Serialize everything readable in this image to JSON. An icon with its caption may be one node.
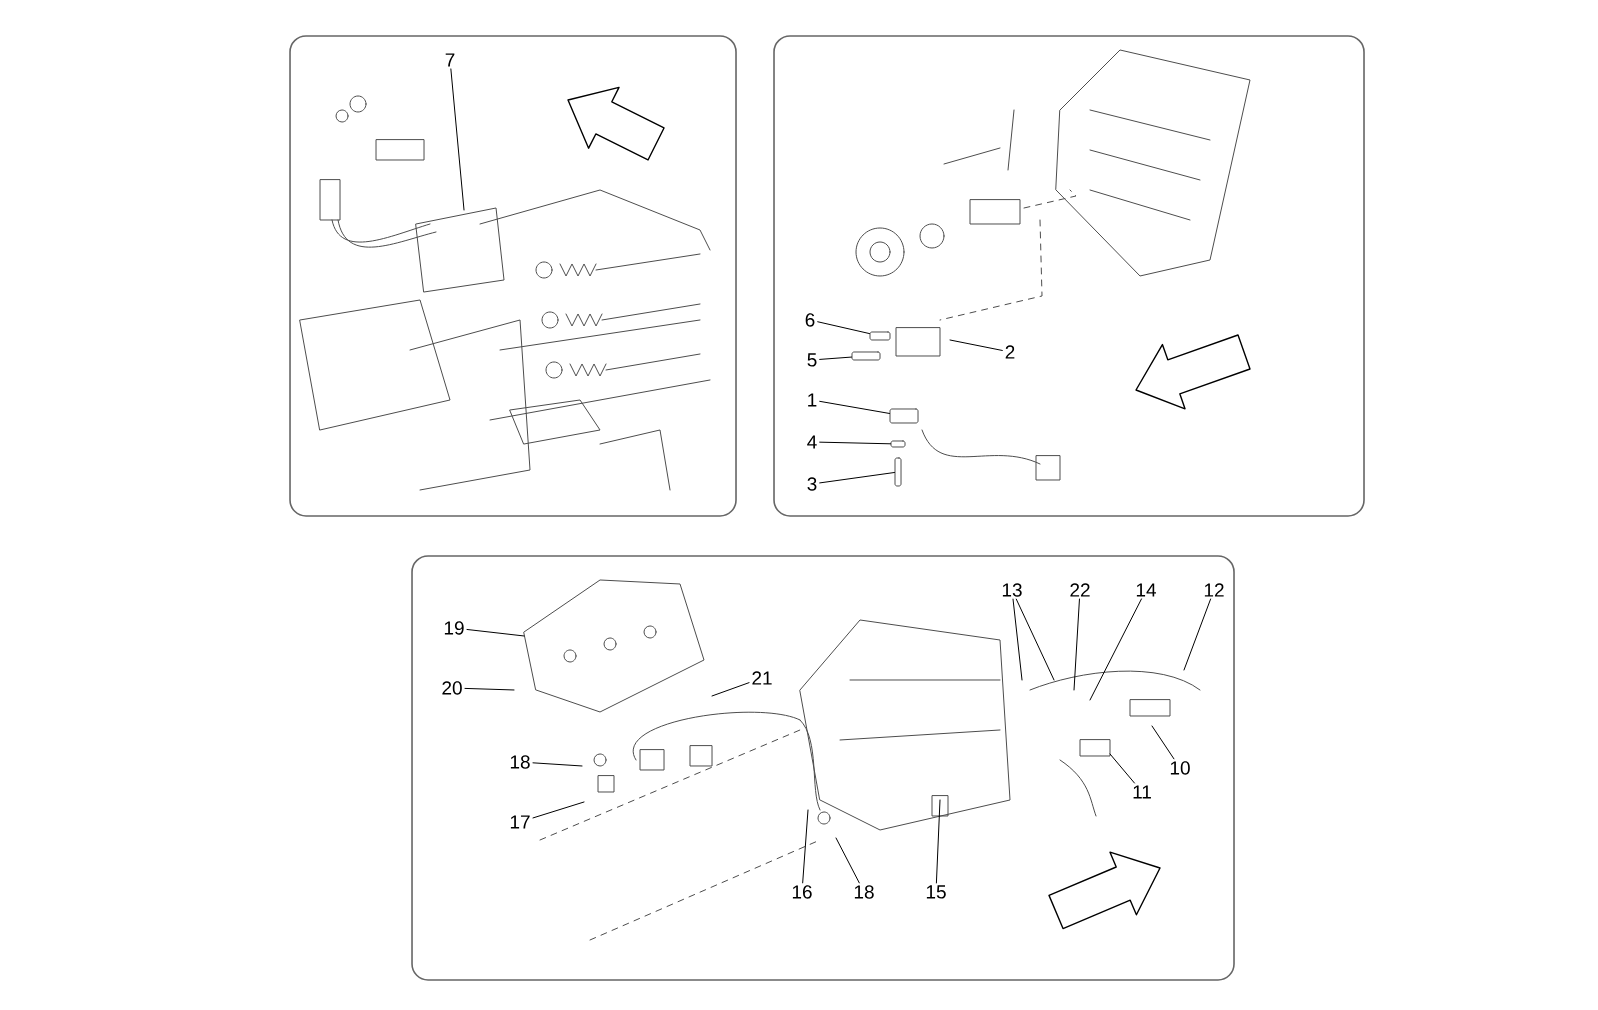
{
  "diagram": {
    "nodes": [
      {
        "text": [],
        "shape": "box"
      },
      {
        "text": [],
        "shape": "box"
      },
      {
        "text": [],
        "shape": "box"
      },
      {
        "text": [
          "7"
        ],
        "in": 0
      },
      {
        "text": [
          "6"
        ],
        "in": 1
      },
      {
        "text": [
          "5"
        ],
        "in": 1
      },
      {
        "text": [
          "2"
        ],
        "in": 1
      },
      {
        "text": [
          "1"
        ],
        "in": 1
      },
      {
        "text": [
          "4"
        ],
        "in": 1
      },
      {
        "text": [
          "3"
        ],
        "in": 1
      },
      {
        "text": [
          "19"
        ],
        "in": 2
      },
      {
        "text": [
          "20"
        ],
        "in": 2
      },
      {
        "text": [
          "21"
        ],
        "in": 2
      },
      {
        "text": [
          "18"
        ],
        "in": 2
      },
      {
        "text": [
          "17"
        ],
        "in": 2
      },
      {
        "text": [
          "16"
        ],
        "in": 2
      },
      {
        "text": [
          "18"
        ],
        "in": 2
      },
      {
        "text": [
          "15"
        ],
        "in": 2
      },
      {
        "text": [
          "13"
        ],
        "in": 2
      },
      {
        "text": [
          "22"
        ],
        "in": 2
      },
      {
        "text": [
          "14"
        ],
        "in": 2
      },
      {
        "text": [
          "12"
        ],
        "in": 2
      },
      {
        "text": [
          "10"
        ],
        "in": 2
      },
      {
        "text": [
          "11"
        ],
        "in": 2
      },
      {
        "text": [],
        "shape": "box",
        "in": 1
      },
      {
        "text": [],
        "shape": "box",
        "in": 1
      },
      {
        "text": [],
        "shape": "box",
        "in": 1
      },
      {
        "text": [],
        "shape": "box",
        "in": 1
      },
      {
        "text": [],
        "shape": "box",
        "in": 1
      }
    ],
    "edges": [
      {
        "from": 3,
        "to": null,
        "arrow": "none"
      },
      {
        "from": 4,
        "to": 24,
        "arrow": "none"
      },
      {
        "from": 5,
        "to": 25,
        "arrow": "none"
      },
      {
        "from": 6,
        "to": null,
        "arrow": "none"
      },
      {
        "from": 7,
        "to": 26,
        "arrow": "none"
      },
      {
        "from": 8,
        "to": 27,
        "arrow": "none"
      },
      {
        "from": 9,
        "to": 28,
        "arrow": "none"
      },
      {
        "from": 10,
        "to": null,
        "arrow": "none"
      },
      {
        "from": 11,
        "to": null,
        "arrow": "none"
      },
      {
        "from": 12,
        "to": null,
        "arrow": "none"
      },
      {
        "from": 13,
        "to": null,
        "arrow": "none"
      },
      {
        "from": 14,
        "to": null,
        "arrow": "none"
      },
      {
        "from": 15,
        "to": null,
        "arrow": "none"
      },
      {
        "from": 16,
        "to": null,
        "arrow": "none"
      },
      {
        "from": 17,
        "to": null,
        "arrow": "none"
      },
      {
        "from": 18,
        "to": null,
        "arrow": "none"
      },
      {
        "from": 18,
        "to": null,
        "arrow": "none"
      },
      {
        "from": 19,
        "to": null,
        "arrow": "none"
      },
      {
        "from": 20,
        "to": null,
        "arrow": "none"
      },
      {
        "from": 21,
        "to": null,
        "arrow": "none"
      },
      {
        "from": 22,
        "to": null,
        "arrow": "none"
      },
      {
        "from": 23,
        "to": null,
        "arrow": "none"
      }
    ]
  }
}
